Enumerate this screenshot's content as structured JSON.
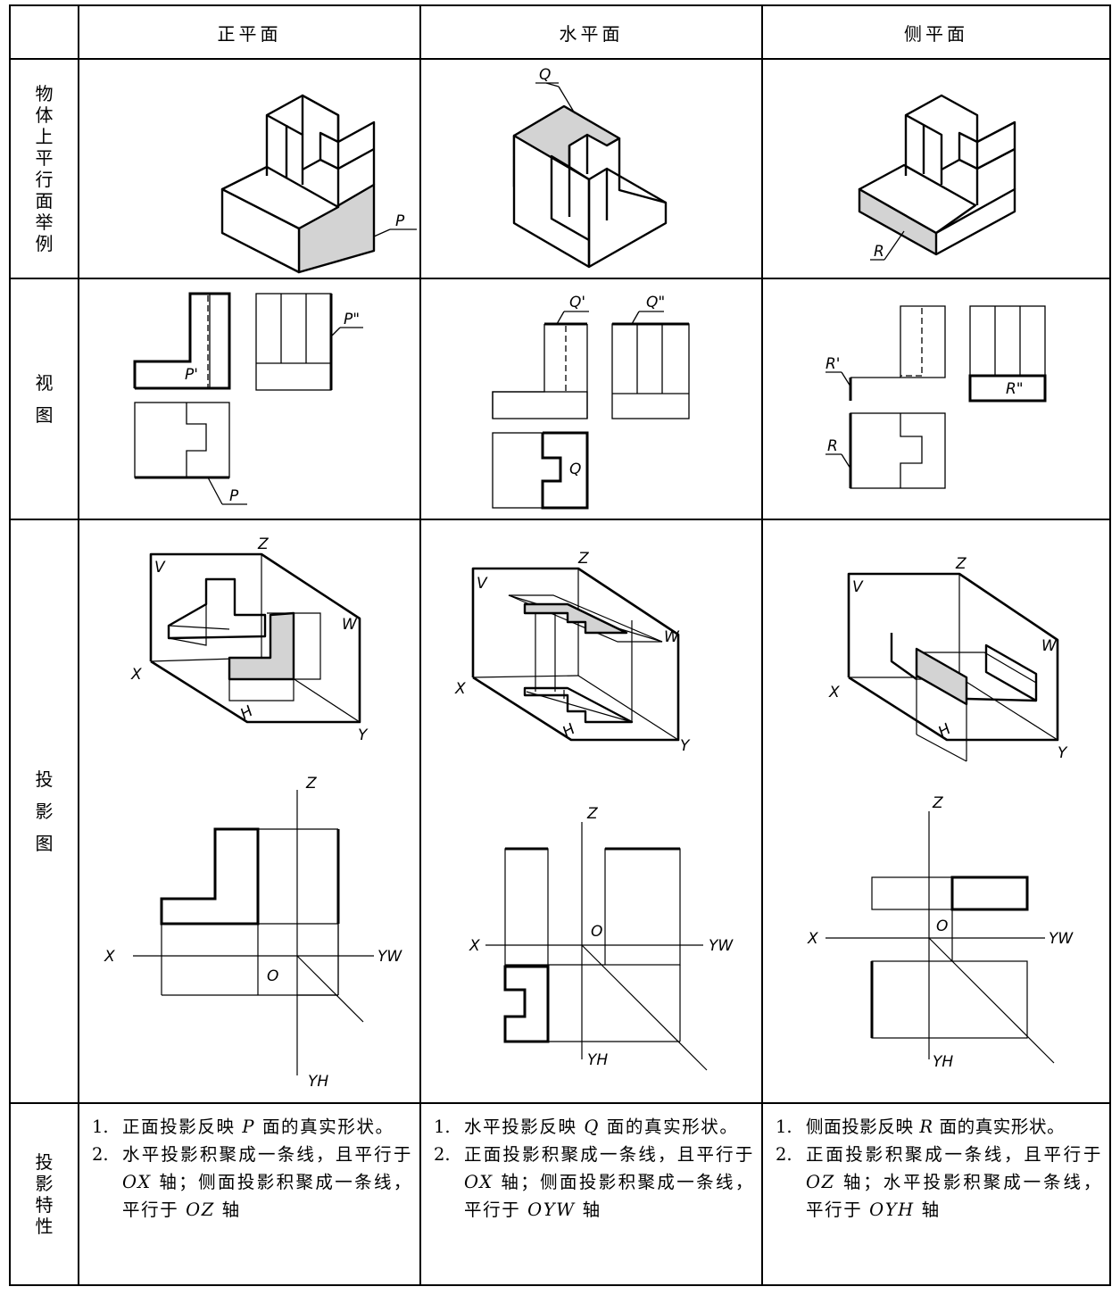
{
  "columns": [
    "正平面",
    "水平面",
    "侧平面"
  ],
  "row_labels": {
    "example": [
      "物",
      "体",
      "上",
      "平",
      "行",
      "面",
      "举",
      "例"
    ],
    "views": [
      "视",
      "图"
    ],
    "projection": [
      "投",
      "影",
      "图"
    ],
    "properties": [
      "投",
      "影",
      "特",
      "性"
    ]
  },
  "face_labels": {
    "P": "P",
    "P_front": "P'",
    "P_side": "P\"",
    "Q": "Q",
    "Q_front": "Q'",
    "Q_side": "Q\"",
    "R": "R",
    "R_front": "R'",
    "R_side": "R\""
  },
  "axis_labels": {
    "X": "X",
    "Y": "Y",
    "Z": "Z",
    "O": "O",
    "YW": "YW",
    "YH": "YH",
    "V": "V",
    "W": "W",
    "H": "H"
  },
  "colors": {
    "shade": "#d3d3d3",
    "line": "#000000"
  },
  "notes": {
    "front": [
      {
        "num": "1.",
        "pre": "正面投影反映 ",
        "it": "P",
        "post": " 面的真实形状。"
      },
      {
        "num": "2.",
        "pre": "水平投影积聚成一条线，且平行于 ",
        "it": "OX",
        "post": " 轴；侧面投影积聚成一条线，平行于 ",
        "it2": "OZ",
        "post2": " 轴"
      }
    ],
    "horizontal": [
      {
        "num": "1.",
        "pre": "水平投影反映 ",
        "it": "Q",
        "post": " 面的真实形状。"
      },
      {
        "num": "2.",
        "pre": "正面投影积聚成一条线，且平行于 ",
        "it": "OX",
        "post": " 轴；侧面投影积聚成一条线，平行于 ",
        "it2": "OYW",
        "post2": " 轴"
      }
    ],
    "side": [
      {
        "num": "1.",
        "pre": "侧面投影反映 ",
        "it": "R",
        "post": " 面的真实形状。"
      },
      {
        "num": "2.",
        "pre": "正面投影积聚成一条线，且平行于 ",
        "it": "OZ",
        "post": " 轴；水平投影积聚成一条线，平行于 ",
        "it2": "OYH",
        "post2": " 轴"
      }
    ]
  }
}
